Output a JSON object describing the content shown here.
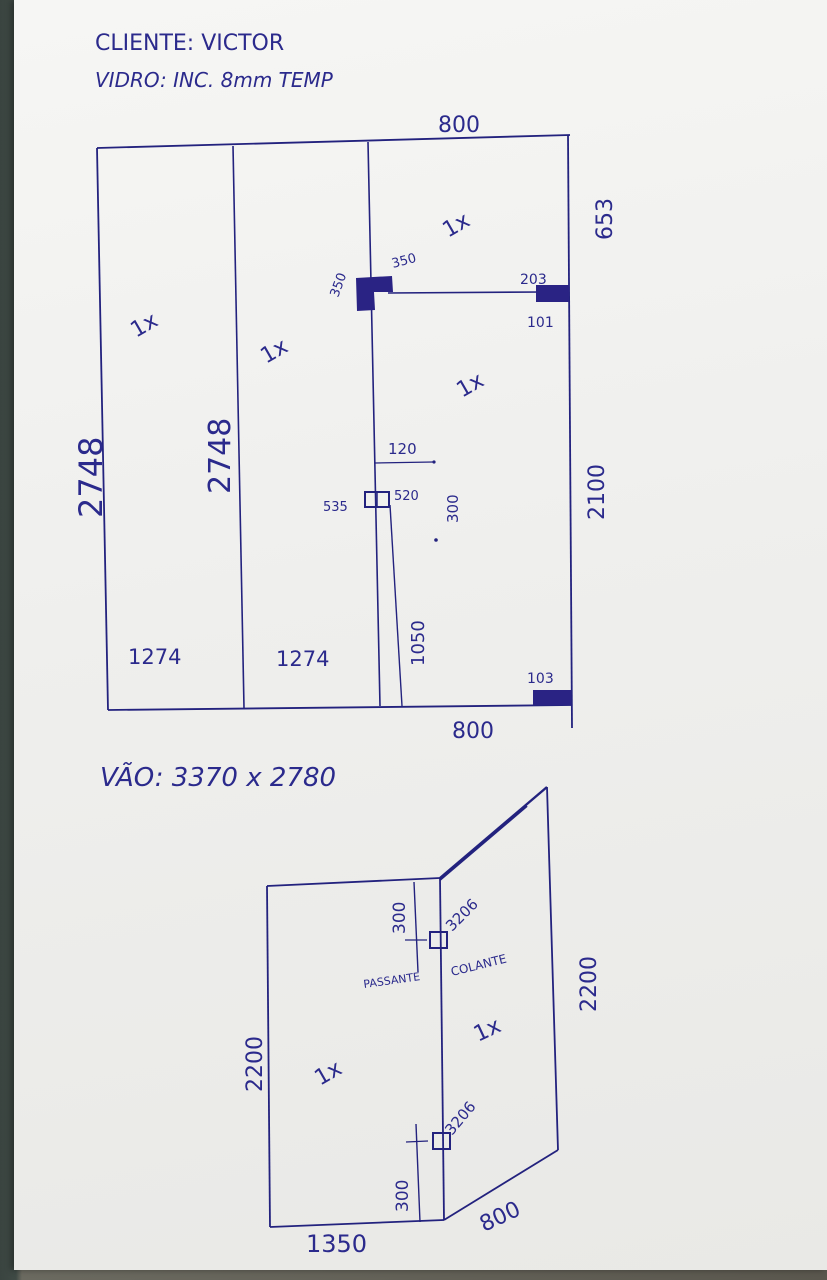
{
  "header": {
    "client": "CLIENTE: VICTOR",
    "glass": "VIDRO: INC. 8mm TEMP"
  },
  "drawing1": {
    "top_width": "800",
    "bottom_width": "800",
    "right_top_height": "653",
    "right_bottom_height": "2100",
    "left_height": "2748",
    "inner_height": "2748",
    "panel1_width": "1274",
    "panel2_width": "1274",
    "panel1_qty": "1x",
    "panel2_qty": "1x",
    "upper_qty": "1x",
    "lower_qty": "1x",
    "notch_v": "350",
    "notch_h": "350",
    "fitting_top_right_a": "203",
    "fitting_top_right_b": "101",
    "fitting_bottom_right": "103",
    "hinge_offset": "120",
    "lock_left": "535",
    "lock_right": "520",
    "handle_height": "300",
    "door_height": "1050"
  },
  "opening": "VÃO: 3370 x 2780",
  "drawing2": {
    "left_height": "2200",
    "right_height": "2200",
    "bottom_width": "1350",
    "side_width": "800",
    "top_offset": "300",
    "bottom_offset": "300",
    "hinge_top": "3206",
    "hinge_bottom": "3206",
    "label_left": "PASSANTE",
    "label_right": "COLANTE",
    "left_qty": "1x",
    "right_qty": "1x"
  }
}
